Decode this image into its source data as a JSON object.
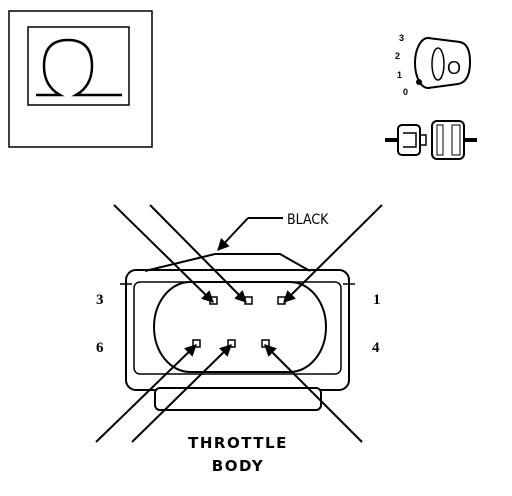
{
  "symbol": {
    "glyph": "Ω",
    "meaning": "ohm"
  },
  "key_switch": {
    "positions": [
      "3",
      "2",
      "1",
      "0"
    ],
    "key_label": "O"
  },
  "connector": {
    "color_label": "BLACK",
    "pins": {
      "p1": "1",
      "p3": "3",
      "p4": "4",
      "p6": "6"
    },
    "name_line1": "THROTTLE",
    "name_line2": "BODY"
  }
}
